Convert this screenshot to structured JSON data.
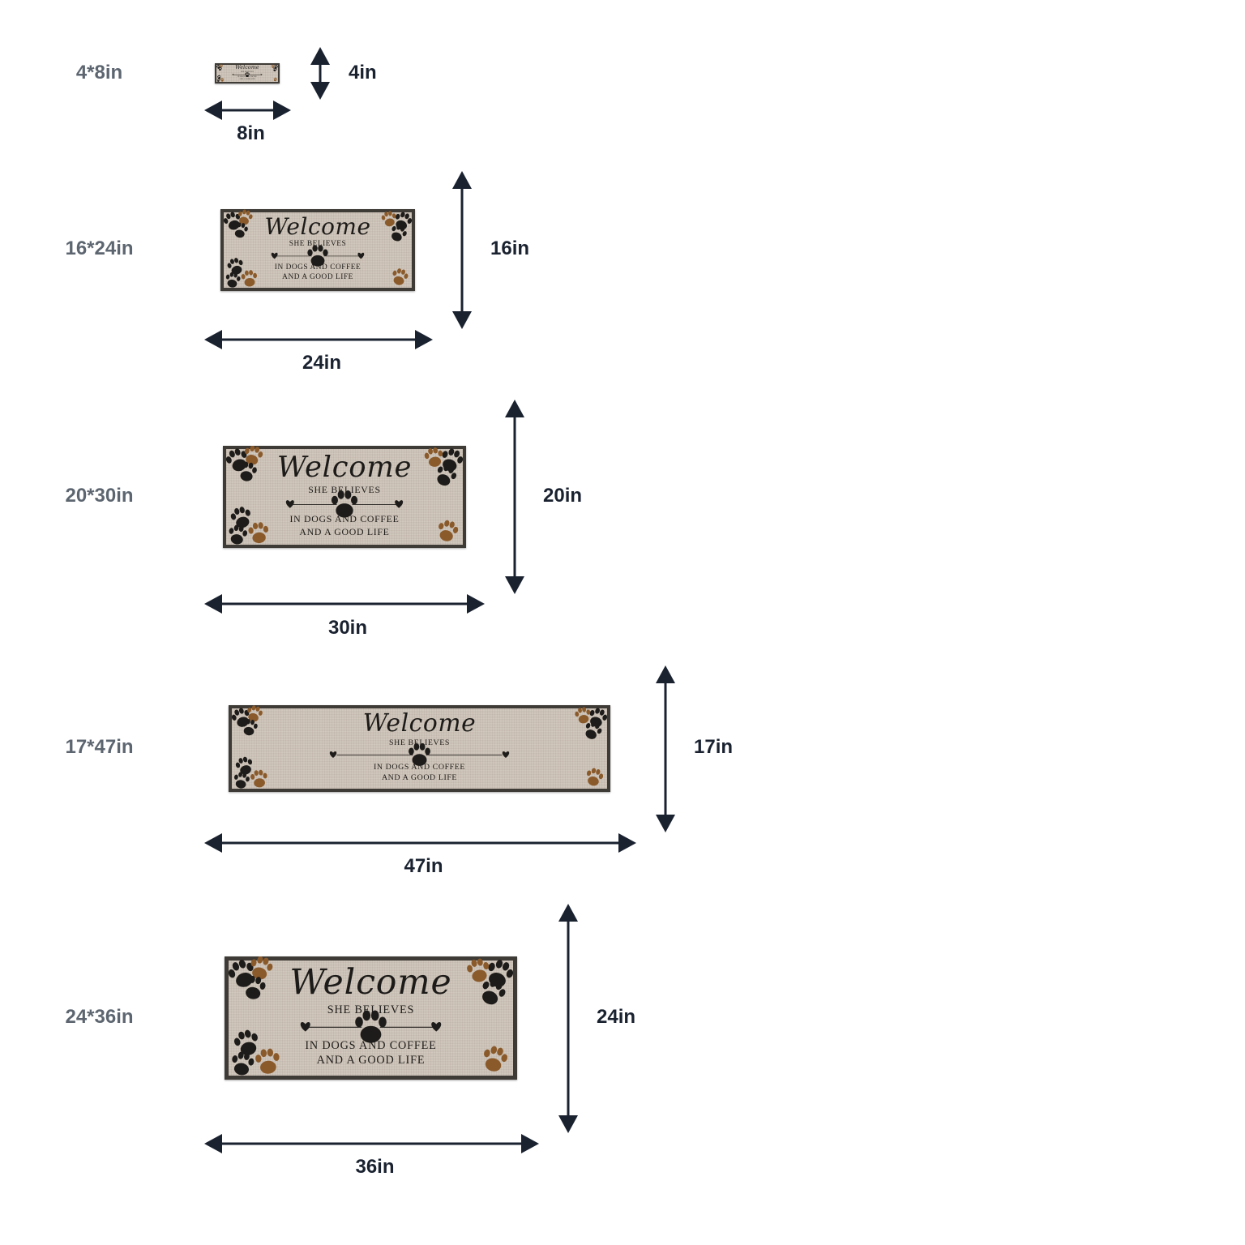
{
  "colors": {
    "label": "#5d6670",
    "dimension": "#1a2230",
    "mat_fill": "#cdc3b7",
    "mat_border": "#3e3a35",
    "paw_dark": "#1e1c1a",
    "paw_brown": "#8a5a2b",
    "text": "#1d1b19"
  },
  "mat_text": {
    "title": "Welcome",
    "line1": "SHE BELIEVES",
    "line2": "IN DOGS AND COFFEE",
    "line3": "AND A GOOD LIFE"
  },
  "icons": [
    "paw-print-icon",
    "heart-icon",
    "double-arrow-icon"
  ],
  "sizes": [
    {
      "label": "4*8in",
      "width": "8in",
      "height": "4in"
    },
    {
      "label": "16*24in",
      "width": "24in",
      "height": "16in"
    },
    {
      "label": "20*30in",
      "width": "30in",
      "height": "20in"
    },
    {
      "label": "17*47in",
      "width": "47in",
      "height": "17in"
    },
    {
      "label": "24*36in",
      "width": "36in",
      "height": "24in"
    }
  ]
}
